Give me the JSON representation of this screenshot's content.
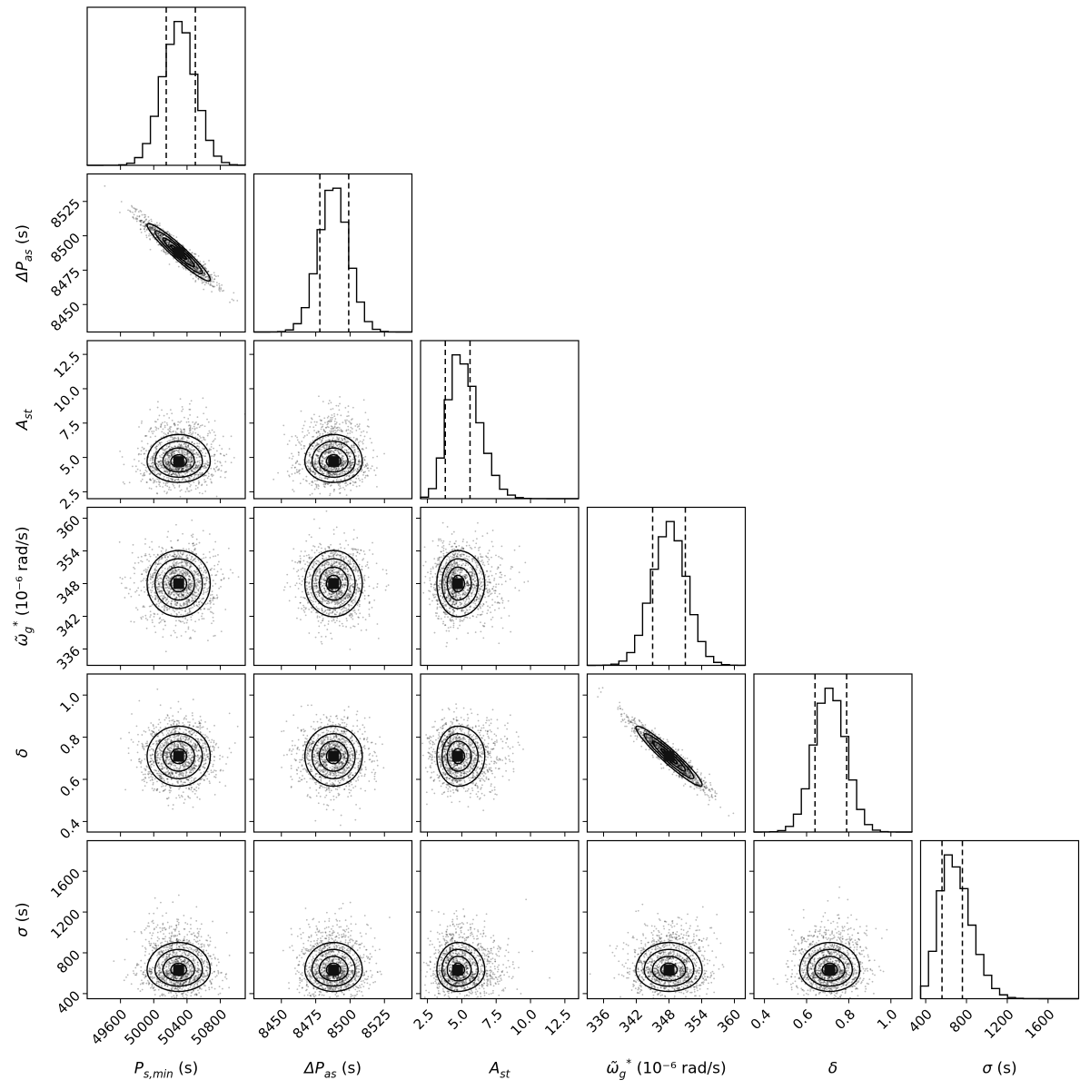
{
  "chart_data": {
    "type": "corner",
    "title": "",
    "parameters": [
      {
        "key": "P_s_min",
        "axis_label": {
          "main": "P",
          "sub": "s,min",
          "sup": "",
          "unit": " (s)",
          "tilde": false
        },
        "range": [
          49200,
          51100
        ],
        "ticks": [
          49600,
          50000,
          50400,
          50800
        ],
        "tick_labels": [
          "49600",
          "50000",
          "50400",
          "50800"
        ],
        "median": 50300,
        "sigma": 200,
        "quantile_lines": [
          50150,
          50500
        ]
      },
      {
        "key": "Delta_P_as",
        "axis_label": {
          "main": "ΔP",
          "sub": "as",
          "sup": "",
          "unit": " (s)",
          "tilde": false
        },
        "range": [
          8430,
          8545
        ],
        "ticks": [
          8450,
          8475,
          8500,
          8525
        ],
        "tick_labels": [
          "8450",
          "8475",
          "8500",
          "8525"
        ],
        "median": 8488,
        "sigma": 11,
        "quantile_lines": [
          8478,
          8499
        ]
      },
      {
        "key": "A_st",
        "axis_label": {
          "main": "A",
          "sub": "st",
          "sup": "",
          "unit": "",
          "tilde": false
        },
        "range": [
          2.0,
          13.5
        ],
        "ticks": [
          2.5,
          5.0,
          7.5,
          10.0,
          12.5
        ],
        "tick_labels": [
          "2.5",
          "5.0",
          "7.5",
          "10.0",
          "12.5"
        ],
        "median": 4.7,
        "sigma": 0.8,
        "quantile_lines": [
          3.8,
          5.6
        ]
      },
      {
        "key": "omega_g_star",
        "axis_label": {
          "main": "ω",
          "sub": "g",
          "sup": "*",
          "unit": " (10⁻⁶ rad/s)",
          "tilde": true
        },
        "range": [
          333,
          362
        ],
        "ticks": [
          336,
          342,
          348,
          354,
          360
        ],
        "tick_labels": [
          "336",
          "342",
          "348",
          "354",
          "360"
        ],
        "median": 348,
        "sigma": 3.2,
        "quantile_lines": [
          345,
          351
        ]
      },
      {
        "key": "delta",
        "axis_label": {
          "main": "δ",
          "sub": "",
          "sup": "",
          "unit": "",
          "tilde": false
        },
        "range": [
          0.35,
          1.1
        ],
        "ticks": [
          0.4,
          0.6,
          0.8,
          1.0
        ],
        "tick_labels": [
          "0.4",
          "0.6",
          "0.8",
          "1.0"
        ],
        "median": 0.71,
        "sigma": 0.075,
        "quantile_lines": [
          0.64,
          0.79
        ]
      },
      {
        "key": "sigma",
        "axis_label": {
          "main": "σ",
          "sub": "",
          "sup": "",
          "unit": " (s)",
          "tilde": false
        },
        "range": [
          350,
          1900
        ],
        "ticks": [
          400,
          800,
          1200,
          1600
        ],
        "tick_labels": [
          "400",
          "800",
          "1200",
          "1600"
        ],
        "median": 630,
        "sigma": 110,
        "quantile_lines": [
          560,
          760
        ]
      }
    ],
    "correlations": [
      {
        "pair": [
          "P_s_min",
          "Delta_P_as"
        ],
        "rho": -0.95
      },
      {
        "pair": [
          "omega_g_star",
          "delta"
        ],
        "rho": -0.95
      }
    ],
    "quantiles": [
      0.16,
      0.5,
      0.84
    ],
    "contour_levels_sigma": [
      0.5,
      1.0,
      1.5,
      2.0
    ]
  }
}
